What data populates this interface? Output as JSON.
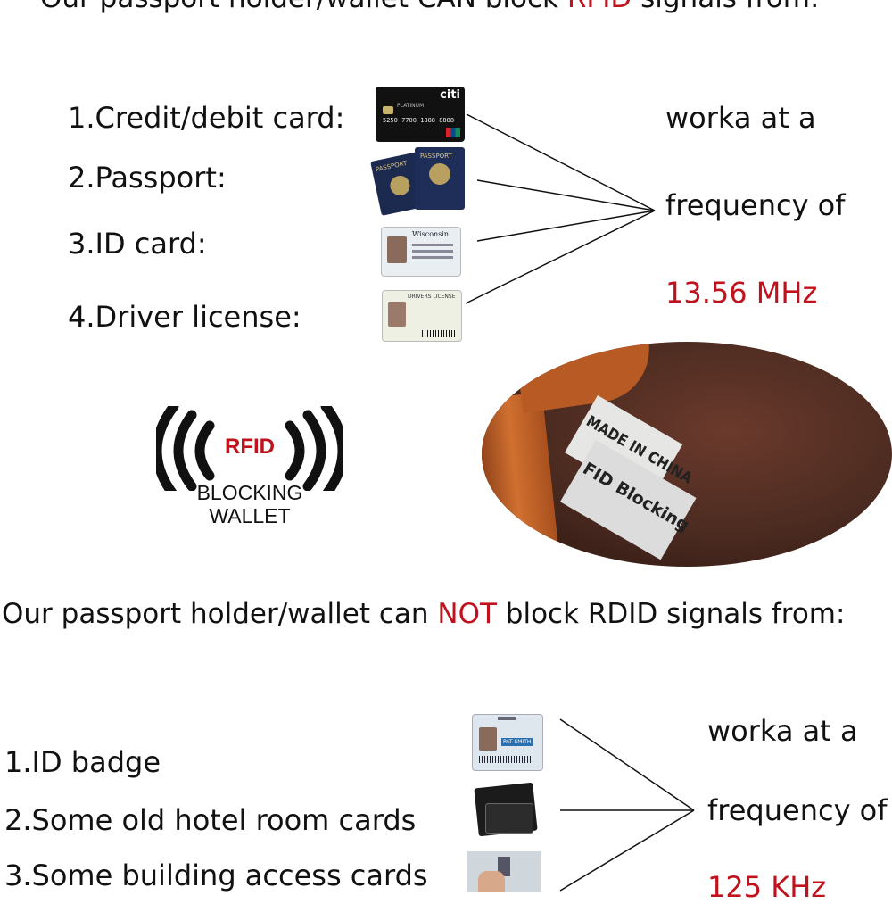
{
  "top": {
    "heading_pre": "Our passport holder/wallet CAN block ",
    "heading_red": "RFID",
    "heading_post": " signals from:",
    "items": [
      "1.Credit/debit card:",
      "2.Passport:",
      "3.ID card:",
      "4.Driver license:"
    ],
    "freq_line1": "worka at a",
    "freq_line2": "frequency of",
    "freq_value": "13.56 MHz"
  },
  "card_text": {
    "bank": "citi",
    "tier": "PLATINUM",
    "number": "5250 7700 1888 8888",
    "passport": "PASSPORT",
    "id_state": "Wisconsin",
    "license": "DRIVERS LICENSE"
  },
  "logo": {
    "center": "RFID",
    "line1": "BLOCKING",
    "line2": "WALLET"
  },
  "tags": {
    "tag1": "MADE IN CHINA",
    "tag2": "FID Blocking"
  },
  "bottom": {
    "heading_pre": "Our passport holder/wallet can ",
    "heading_red": "NOT",
    "heading_post": " block RDID signals from:",
    "items": [
      "1.ID badge",
      "2.Some old hotel room cards",
      "3.Some building access cards"
    ],
    "freq_line1": "worka at a",
    "freq_line2": "frequency of",
    "freq_value": "125 KHz",
    "badge_name": "PAT SMITH"
  },
  "colors": {
    "accent_red": "#c0121c",
    "text": "#111111",
    "leather": "#c8642a",
    "lining": "#4a2a20"
  }
}
